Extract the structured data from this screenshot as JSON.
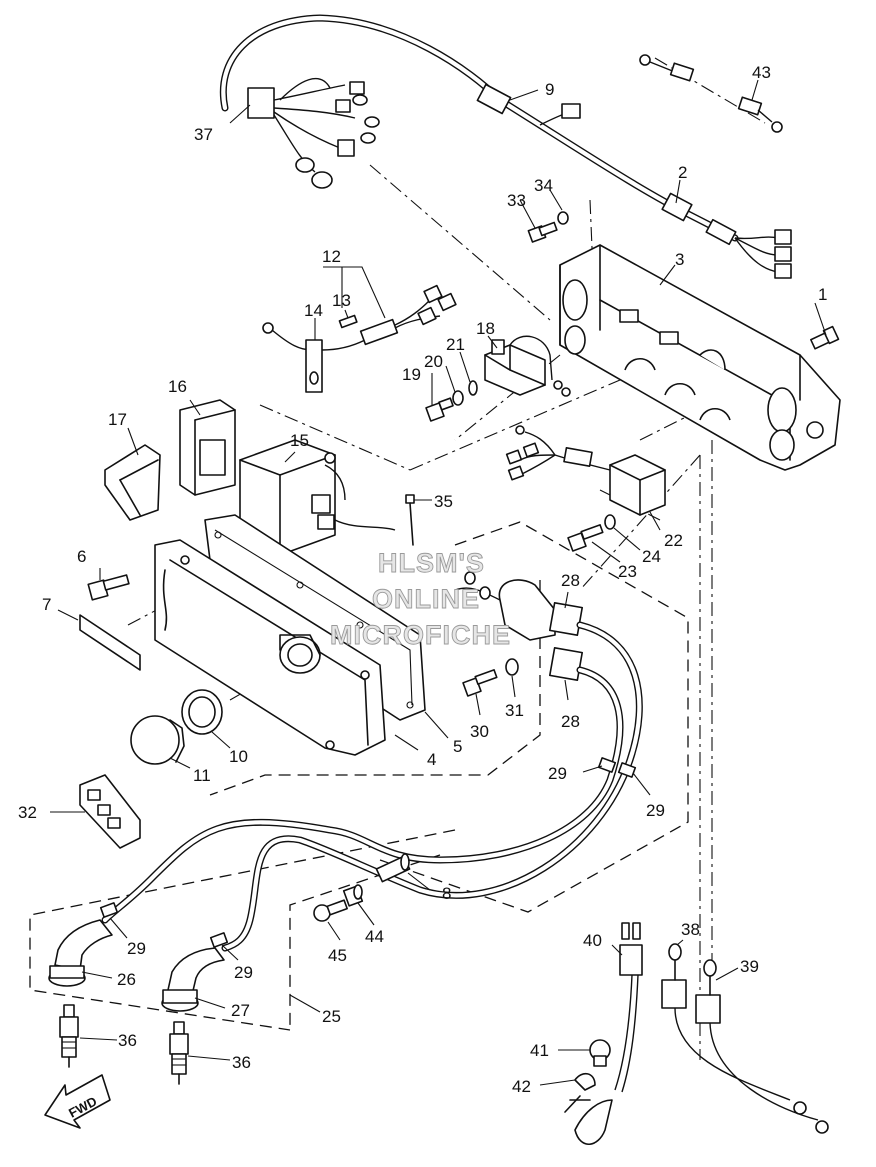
{
  "watermark": [
    "HLSM'S",
    "ONLINE",
    "MICROFICHE"
  ],
  "arrow_label": "FWD",
  "part_numbers": {
    "p1": "1",
    "p2": "2",
    "p3": "3",
    "p4": "4",
    "p5": "5",
    "p6": "6",
    "p7": "7",
    "p8": "8",
    "p9": "9",
    "p10": "10",
    "p11": "11",
    "p12": "12",
    "p13": "13",
    "p14": "14",
    "p15": "15",
    "p16": "16",
    "p17": "17",
    "p18": "18",
    "p19": "19",
    "p20": "20",
    "p21": "21",
    "p22": "22",
    "p23": "23",
    "p24": "24",
    "p25": "25",
    "p26": "26",
    "p27": "27",
    "p28a": "28",
    "p28b": "28",
    "p29a": "29",
    "p29b": "29",
    "p29c": "29",
    "p29d": "29",
    "p30": "30",
    "p31": "31",
    "p32": "32",
    "p33": "33",
    "p34": "34",
    "p35": "35",
    "p36a": "36",
    "p36b": "36",
    "p37": "37",
    "p38": "38",
    "p39": "39",
    "p40": "40",
    "p41": "41",
    "p42": "42",
    "p43": "43",
    "p44": "44",
    "p45": "45"
  }
}
